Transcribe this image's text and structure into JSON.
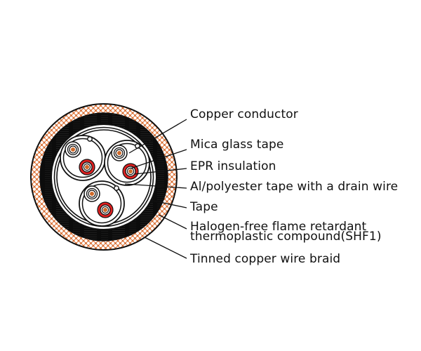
{
  "diagram": {
    "type": "cable-cross-section",
    "colors": {
      "outline": "#111111",
      "sheath": "#0d0d0d",
      "braid_base": "#f6e2d2",
      "braid_dots": "#d9692b",
      "braid_holes": "#ffffff",
      "insulation_red": "#e02020",
      "conductor_copper": "#d06a2a",
      "background": "#ffffff"
    },
    "labels": [
      {
        "id": "copper-conductor",
        "text": "Copper conductor"
      },
      {
        "id": "mica-glass-tape",
        "text": "Mica glass tape"
      },
      {
        "id": "epr-insulation",
        "text": "EPR insulation"
      },
      {
        "id": "al-polyester-tape",
        "text": "Al/polyester tape with a drain wire"
      },
      {
        "id": "tape",
        "text": "Tape"
      },
      {
        "id": "sheath",
        "line1": "Halogen-free flame retardant",
        "line2": "thermoplastic compound(SHF1)"
      },
      {
        "id": "braid",
        "text": "Tinned copper wire braid"
      }
    ],
    "triad_count": 3,
    "conductors_per_triad": 2,
    "drain_wire_per_triad": 1
  }
}
